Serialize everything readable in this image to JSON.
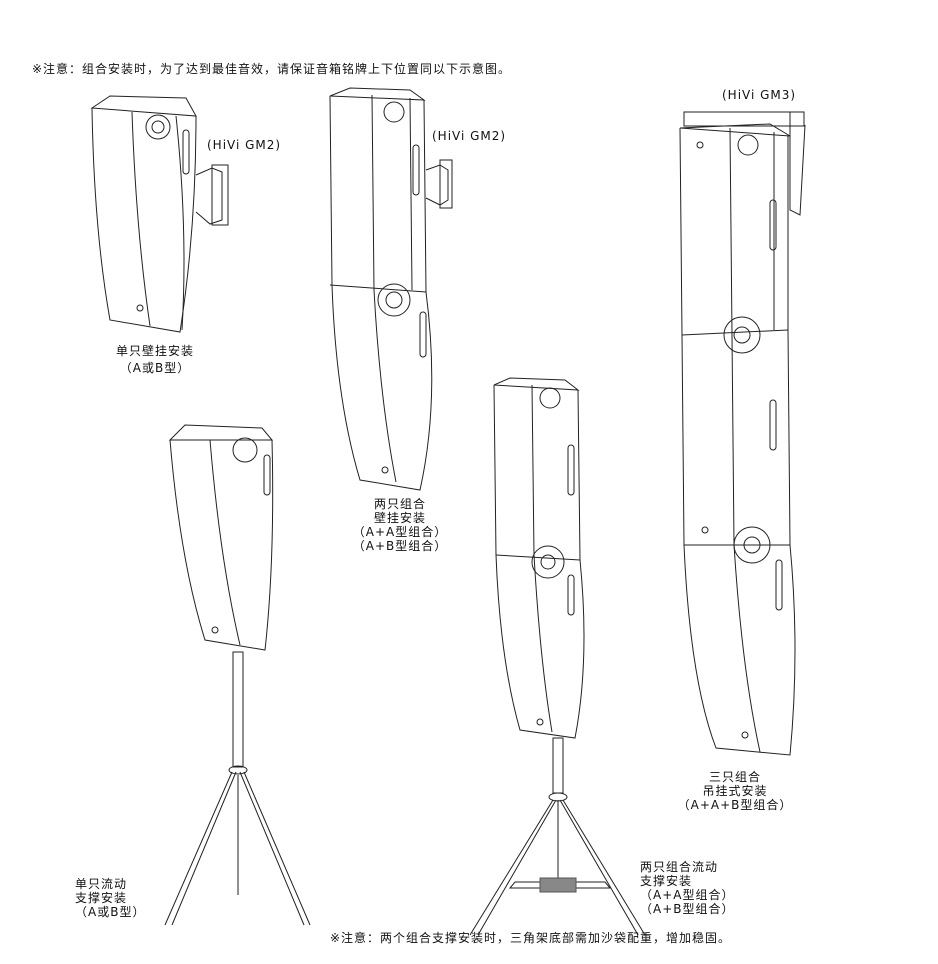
{
  "notes": {
    "top": "※注意：组合安装时，为了达到最佳音效，请保证音箱铭牌上下位置同以下示意图。",
    "bottom": "※注意：两个组合支撑安装时，三角架底部需加沙袋配重，增加稳固。"
  },
  "figures": {
    "single_wall": {
      "model": "(HiVi GM2)",
      "lines": [
        "单只壁挂安装",
        "（A或B型）"
      ]
    },
    "double_wall": {
      "model": "(HiVi GM2)",
      "lines": [
        "两只组合",
        "壁挂安装",
        "（A+A型组合）",
        "（A+B型组合）"
      ]
    },
    "triple_hang": {
      "model": "(HiVi GM3)",
      "lines": [
        "三只组合",
        "吊挂式安装",
        "（A+A+B型组合）"
      ]
    },
    "single_stand": {
      "lines": [
        "单只流动",
        "支撑安装",
        "（A或B型）"
      ]
    },
    "double_stand": {
      "lines": [
        "两只组合流动",
        "支撑安装",
        "（A+A型组合）",
        "（A+B型组合）"
      ]
    }
  }
}
